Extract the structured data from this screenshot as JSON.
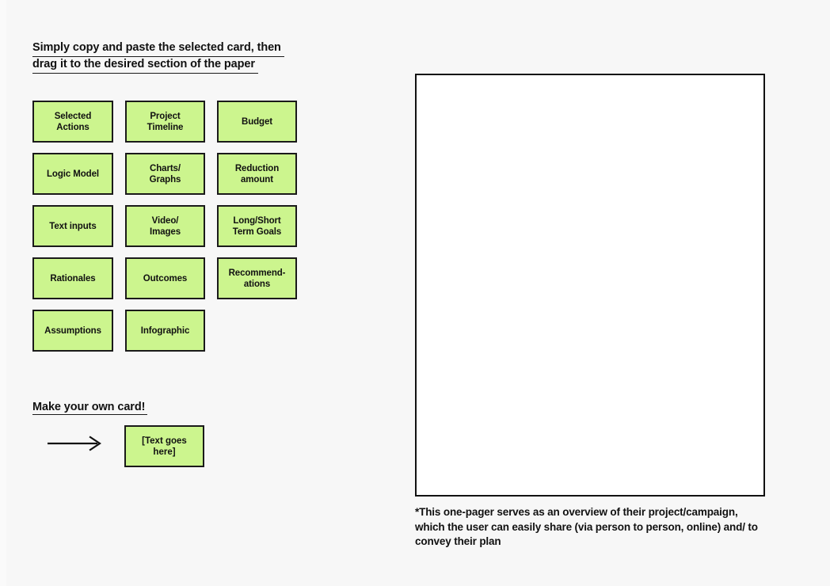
{
  "instructions": {
    "line1": "Simply copy and paste the selected card, then",
    "line2": "drag it to the desired section of the paper"
  },
  "palette": {
    "card_color": "#ccf58e",
    "border_color": "#1a1a1a",
    "rows": [
      [
        {
          "label": "Selected\nActions"
        },
        {
          "label": "Project\nTimeline"
        },
        {
          "label": "Budget"
        }
      ],
      [
        {
          "label": "Logic Model"
        },
        {
          "label": "Charts/\nGraphs"
        },
        {
          "label": "Reduction\namount"
        }
      ],
      [
        {
          "label": "Text inputs"
        },
        {
          "label": "Video/\nImages"
        },
        {
          "label": "Long/Short\nTerm Goals"
        }
      ],
      [
        {
          "label": "Rationales"
        },
        {
          "label": "Outcomes"
        },
        {
          "label": "Recommend-\nations"
        }
      ],
      [
        {
          "label": "Assumptions"
        },
        {
          "label": "Infographic"
        },
        {
          "label": ""
        }
      ]
    ]
  },
  "make_own": {
    "title": "Make your own card!",
    "arrow_icon": "arrow-right-icon",
    "blank_card_label": "[Text goes\nhere]"
  },
  "paper": {
    "caption": "*This one-pager serves as an overview of their project/campaign, which the user can easily share (via person to person, online) and/ to convey their plan"
  }
}
